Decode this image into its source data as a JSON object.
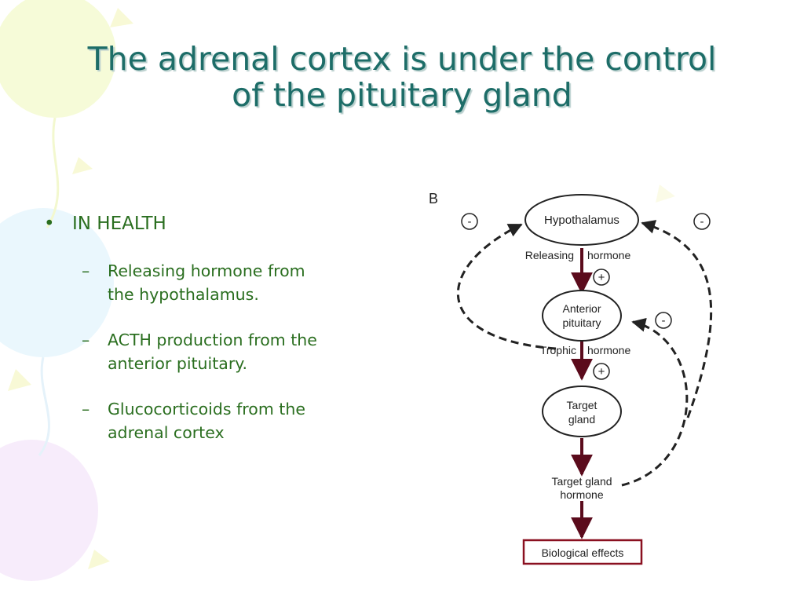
{
  "slide": {
    "title_line1": "The adrenal cortex is under the control",
    "title_line2": "of the pituitary gland",
    "bullet_main": "IN HEALTH",
    "sub_bullets": [
      {
        "line1": "Releasing hormone from",
        "line2": "the hypothalamus."
      },
      {
        "line1": "ACTH production from the",
        "line2": "anterior pituitary."
      },
      {
        "line1": "Glucocorticoids from the",
        "line2": "adrenal cortex"
      }
    ]
  },
  "diagram": {
    "panel_label": "B",
    "nodes": {
      "hypothalamus": "Hypothalamus",
      "anterior_pituitary_line1": "Anterior",
      "anterior_pituitary_line2": "pituitary",
      "target_gland_line1": "Target",
      "target_gland_line2": "gland",
      "biological_effects": "Biological effects"
    },
    "labels": {
      "releasing": "Releasing",
      "releasing_hormone": "hormone",
      "trophic": "Trophic",
      "trophic_hormone": "hormone",
      "target_gland_hormone_line1": "Target gland",
      "target_gland_hormone_line2": "hormone"
    },
    "signs": {
      "plus": "+",
      "minus": "-"
    }
  },
  "colors": {
    "title": "#1d6d68",
    "body_text": "#2a6e1f",
    "arrow": "#5b0b1c",
    "box_border": "#8a1020"
  }
}
